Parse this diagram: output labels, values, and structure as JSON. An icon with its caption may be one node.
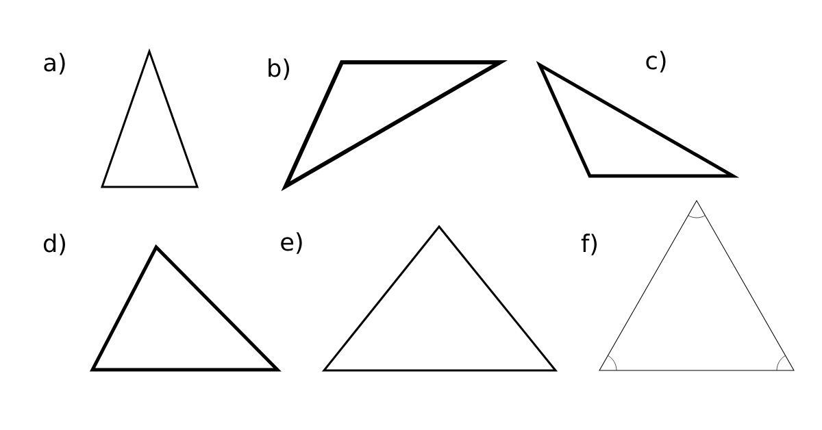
{
  "diagram": {
    "nodes": [
      {
        "text": [],
        "shape": "triangle"
      },
      {
        "text": [],
        "shape": "triangle"
      },
      {
        "text": [],
        "shape": "triangle"
      },
      {
        "text": [],
        "shape": "triangle"
      },
      {
        "text": [],
        "shape": "triangle"
      },
      {
        "text": [],
        "shape": "triangle"
      }
    ],
    "labels": [
      "a)",
      "b)",
      "c)",
      "d)",
      "e)",
      "f)"
    ]
  }
}
